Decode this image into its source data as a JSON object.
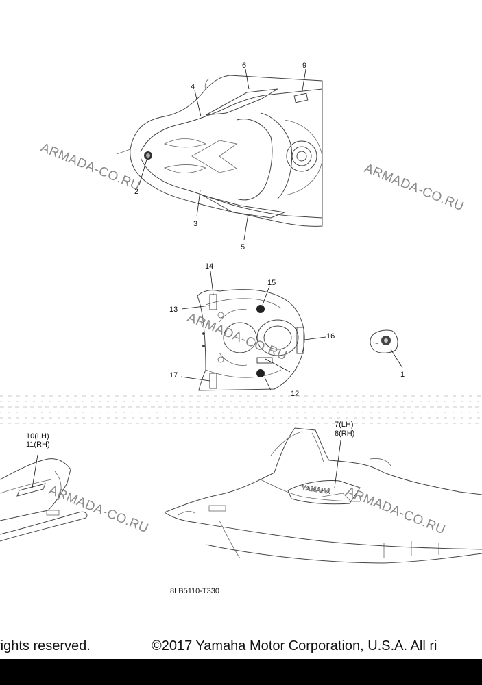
{
  "callouts": {
    "top": [
      "6",
      "9",
      "4",
      "2",
      "3",
      "5"
    ],
    "middle": [
      "14",
      "15",
      "13",
      "16",
      "1",
      "17",
      "12"
    ],
    "lower_left": [
      "10(LH)",
      "11(RH)"
    ],
    "lower_right": [
      "7(LH)",
      "8(RH)"
    ]
  },
  "decal_text": "YAMAHA",
  "watermark": "ARMADA-CO.RU",
  "diagram_code": "8LB5110-T330",
  "footer": {
    "left": "rights reserved.",
    "right": "©2017 Yamaha Motor Corporation, U.S.A. All ri"
  }
}
